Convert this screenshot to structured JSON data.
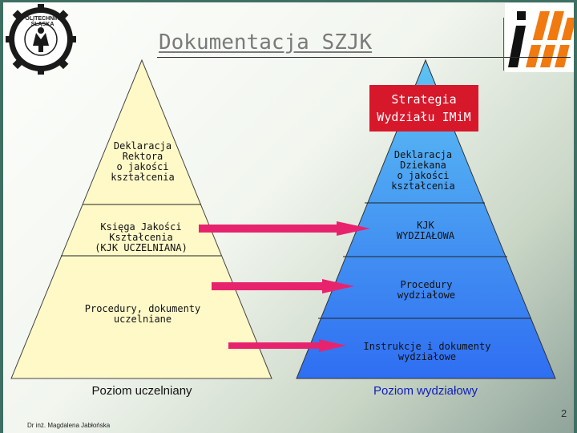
{
  "slide": {
    "title": "Dokumentacja SZJK",
    "author": "Dr inż. Magdalena Jabłońska",
    "slide_number": "2"
  },
  "logos": {
    "left": {
      "icon": "polsl-seal-icon",
      "text": "POLITECHNIKA ŚLĄSKA"
    },
    "right": {
      "icon": "imim-logo-icon"
    }
  },
  "left_pyramid": {
    "color": "#fff9c8",
    "levels": [
      {
        "label": [
          "Deklaracja",
          "Rektora",
          "o jakości",
          "kształcenia"
        ]
      },
      {
        "label": [
          "Księga Jakości",
          "Kształcenia",
          "(KJK UCZELNIANA)"
        ]
      },
      {
        "label": [
          "Procedury, dokumenty",
          "uczelniane"
        ]
      }
    ],
    "bottom_label": "Poziom uczelniany"
  },
  "right_pyramid": {
    "apex_color": "#4fb7f2",
    "base_color": "#2f7af2",
    "strategy": [
      "Strategia",
      "Wydziału IMiM"
    ],
    "strategy_color": "#d7172a",
    "levels": [
      {
        "label": [
          "Deklaracja",
          "Dziekana",
          "o jakości",
          "kształcenia"
        ]
      },
      {
        "label": [
          "KJK",
          "WYDZIAŁOWA"
        ]
      },
      {
        "label": [
          "Procedury",
          "wydziałowe"
        ]
      },
      {
        "label": [
          "Instrukcje i dokumenty",
          "wydziałowe"
        ]
      }
    ],
    "bottom_label": "Poziom wydziałowy",
    "bottom_label_color": "#0f1fb8"
  },
  "arrows": {
    "color": "#e8236e",
    "count": 3
  }
}
